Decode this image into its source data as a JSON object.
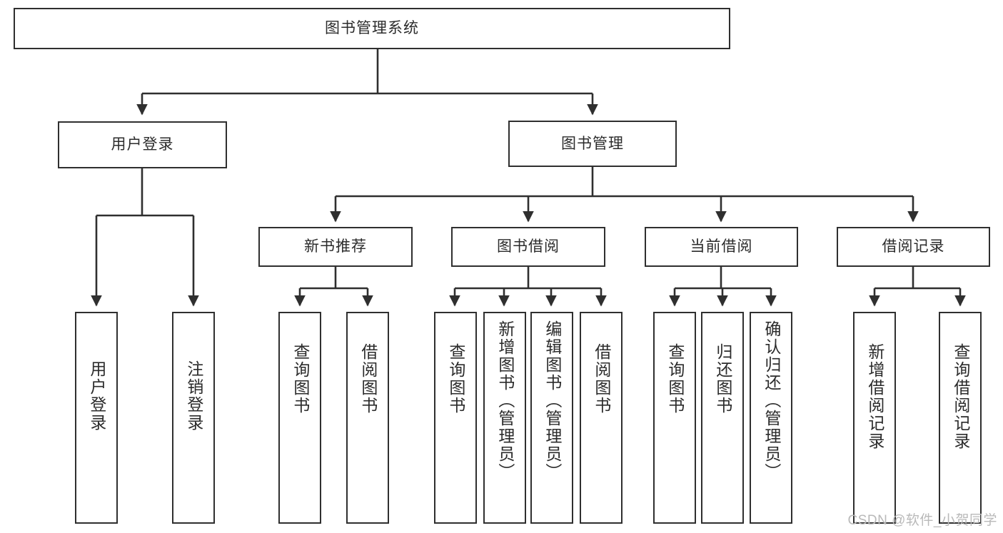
{
  "diagram": {
    "type": "tree-hierarchy-diagram",
    "title": "图书管理系统",
    "stroke_color": "#2f2f2f",
    "fill_color": "#ffffff",
    "text_color": "#2b2b2b",
    "levels": {
      "root": {
        "label": "图书管理系统"
      },
      "level2": [
        {
          "label": "用户登录"
        },
        {
          "label": "图书管理"
        }
      ],
      "level3": [
        {
          "label": "新书推荐"
        },
        {
          "label": "图书借阅"
        },
        {
          "label": "当前借阅"
        },
        {
          "label": "借阅记录"
        }
      ],
      "leaves": {
        "user_login": [
          {
            "label": "用户登录"
          },
          {
            "label": "注销登录"
          }
        ],
        "new_book_recommend": [
          {
            "label": "查询图书"
          },
          {
            "label": "借阅图书"
          }
        ],
        "book_borrow": [
          {
            "label": "查询图书"
          },
          {
            "label": "新增图书（管理员）"
          },
          {
            "label": "编辑图书（管理员）"
          },
          {
            "label": "借阅图书"
          }
        ],
        "current_borrow": [
          {
            "label": "查询图书"
          },
          {
            "label": "归还图书"
          },
          {
            "label": "确认归还（管理员）"
          }
        ],
        "borrow_record": [
          {
            "label": "新增借阅记录"
          },
          {
            "label": "查询借阅记录"
          }
        ]
      }
    },
    "watermark": "CSDN @软件_小贺同学"
  }
}
